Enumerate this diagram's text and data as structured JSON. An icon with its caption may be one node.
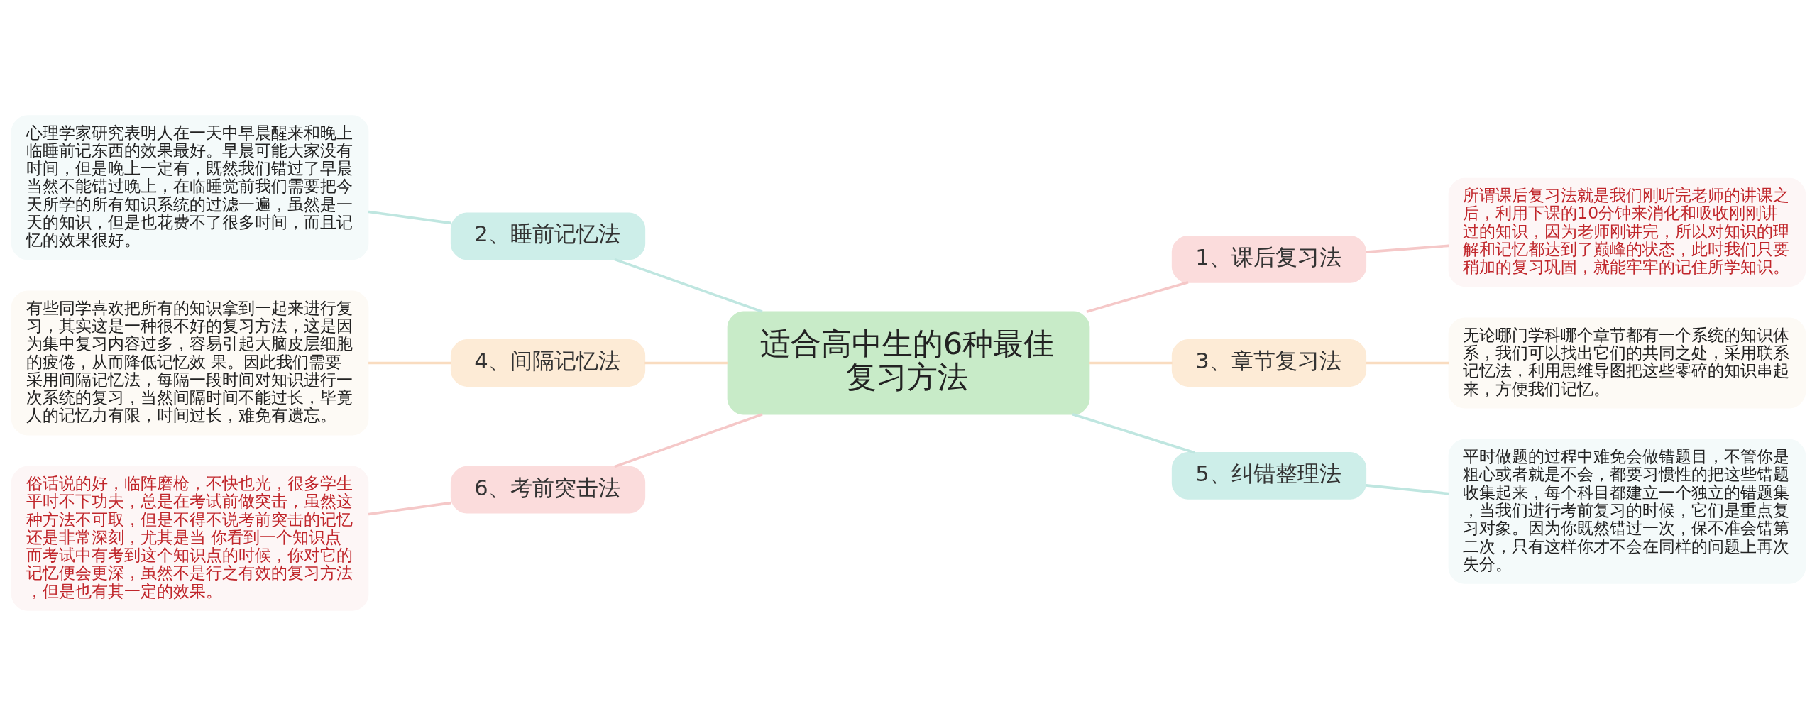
{
  "diagram": {
    "nodes": [
      {
        "text": [
          "适合高中生的6种最佳复习方法"
        ]
      },
      {
        "text": [
          "2、睡前记忆法"
        ]
      },
      {
        "text": [
          "心理学家研究表明人在一天中早晨醒来和晚上临睡前记东西的效果最好。早晨可能大家没有时间，但是晚上一定有，既然我们错过了早晨当然不能错过晚上，在临睡觉前我们需要把今天所学的所有知识系统的过滤一遍，虽然是一天的知识，但是也花费不了很多时间，而且记忆的效果很好。"
        ]
      },
      {
        "text": [
          "4、间隔记忆法"
        ]
      },
      {
        "text": [
          "有些同学喜欢把所有的知识拿到一起来进行复习，其实这是一种很不好的复习方法，这是因为集中复习内容过多，容易引起大脑皮层细胞的疲倦，从而降低记忆效 果。因此我们需要采用间隔记忆法，每隔一段时间对知识进行一次系统的复习，当然间隔时间不能过长，毕竟人的记忆力有限，时间过长，难免有遗忘。"
        ]
      },
      {
        "text": [
          "6、考前突击法"
        ]
      },
      {
        "text": [
          "俗话说的好，临阵磨枪，不快也光，很多学生平时不下功夫，总是在考试前做突击，虽然这种方法不可取，但是不得不说考前突击的记忆还是非常深刻，尤其是当 你看到一个知识点而考试中有考到这个知识点的时候，你对它的记忆便会更深，虽然不是行之有效的复习方法，但是也有其一定的效果。"
        ]
      },
      {
        "text": [
          "1、课后复习法"
        ]
      },
      {
        "text": [
          "所谓课后复习法就是我们刚听完老师的讲课之后，利用下课的10分钟来消化和吸收刚刚讲过的知识，因为老师刚讲完，所以对知识的理解和记忆都达到了巅峰的状态，此时我们只要稍加的复习巩固，就能牢牢的记住所学知识。"
        ]
      },
      {
        "text": [
          "3、章节复习法"
        ]
      },
      {
        "text": [
          "无论哪门学科哪个章节都有一个系统的知识体系，我们可以找出它们的共同之处，采用联系记忆法，利用思维导图把这些零碎的知识串起来，方便我们记忆。"
        ]
      },
      {
        "text": [
          "5、纠错整理法"
        ]
      },
      {
        "text": [
          "平时做题的过程中难免会做错题目，不管你是粗心或者就是不会，都要习惯性的把这些错题收集起来，每个科目都建立一个独立的错题集，当我们进行考前复习的时候，它们是重点复习对象。因为你既然错过一次，保不准会错第二次，只有这样你才不会在同样的问题上再次失分。"
        ]
      }
    ],
    "edges": [
      {
        "from": 0,
        "to": 1,
        "arrow": "none",
        "color": "#bfe6e0"
      },
      {
        "from": 1,
        "to": 2,
        "arrow": "none",
        "color": "#bfe6e0"
      },
      {
        "from": 0,
        "to": 3,
        "arrow": "none",
        "color": "#f9dcc0"
      },
      {
        "from": 3,
        "to": 4,
        "arrow": "none",
        "color": "#f9dcc0"
      },
      {
        "from": 0,
        "to": 5,
        "arrow": "none",
        "color": "#f5c8c8"
      },
      {
        "from": 5,
        "to": 6,
        "arrow": "none",
        "color": "#f5c8c8"
      },
      {
        "from": 0,
        "to": 7,
        "arrow": "none",
        "color": "#f5c8c8"
      },
      {
        "from": 7,
        "to": 8,
        "arrow": "none",
        "color": "#f5c8c8"
      },
      {
        "from": 0,
        "to": 9,
        "arrow": "none",
        "color": "#f9dcc0"
      },
      {
        "from": 9,
        "to": 10,
        "arrow": "none",
        "color": "#f9dcc0"
      },
      {
        "from": 0,
        "to": 11,
        "arrow": "none",
        "color": "#bfe6e0"
      },
      {
        "from": 11,
        "to": 12,
        "arrow": "none",
        "color": "#bfe6e0"
      }
    ]
  }
}
